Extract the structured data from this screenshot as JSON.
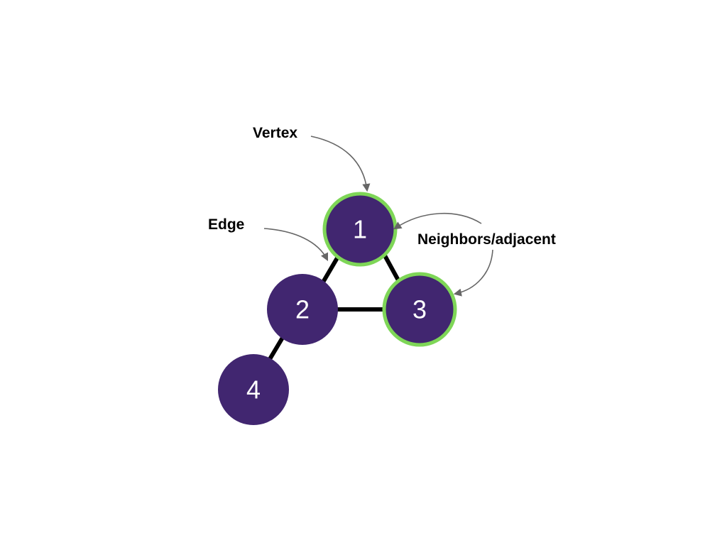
{
  "colors": {
    "background": "#ffffff",
    "node_fill": "#412670",
    "highlight_ring": "#7ed657",
    "edge": "#000000",
    "arrow": "#666666",
    "node_text": "#ffffff",
    "label_text": "#000000"
  },
  "nodes": [
    {
      "id": "1",
      "label": "1",
      "highlighted": true
    },
    {
      "id": "2",
      "label": "2",
      "highlighted": false
    },
    {
      "id": "3",
      "label": "3",
      "highlighted": true
    },
    {
      "id": "4",
      "label": "4",
      "highlighted": false
    }
  ],
  "edges": [
    {
      "from": "1",
      "to": "2"
    },
    {
      "from": "1",
      "to": "3"
    },
    {
      "from": "2",
      "to": "3"
    },
    {
      "from": "2",
      "to": "4"
    }
  ],
  "annotations": {
    "vertex": {
      "text": "Vertex",
      "points_to": "node 1"
    },
    "edge": {
      "text": "Edge",
      "points_to": "edge 1–2"
    },
    "neighbors": {
      "text": "Neighbors/adjacent",
      "points_to": [
        "node 1",
        "node 3"
      ]
    }
  }
}
